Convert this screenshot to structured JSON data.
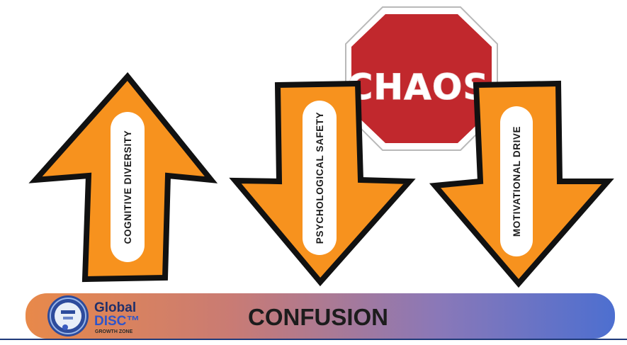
{
  "arrows": [
    {
      "label": "COGNITIVE DIVERSITY",
      "direction": "up"
    },
    {
      "label": "PSYCHOLOGICAL SAFETY",
      "direction": "down"
    },
    {
      "label": "MOTIVATIONAL DRIVE",
      "direction": "down"
    }
  ],
  "stop_sign": {
    "text": "CHAOS"
  },
  "banner": {
    "text": "CONFUSION",
    "gradient_colors": [
      "#e8894a",
      "#c97b74",
      "#8a78b8",
      "#4d6fd0"
    ]
  },
  "logo": {
    "line1": "Global",
    "line2": "DISC™",
    "line3": "GROWTH ZONE"
  },
  "colors": {
    "arrow_fill": "#f7921e",
    "arrow_stroke": "#111111",
    "stop_red": "#c1282d",
    "banner_text": "#1c1c1c"
  }
}
